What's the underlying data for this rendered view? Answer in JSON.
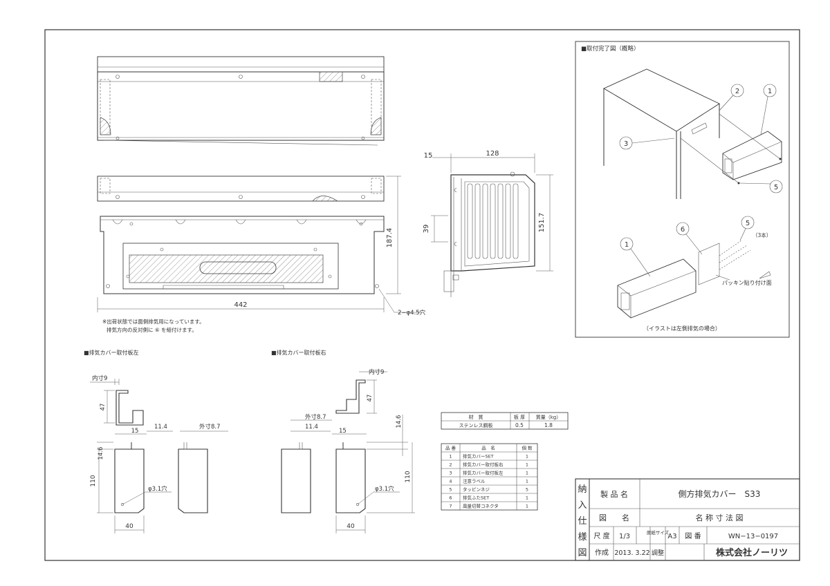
{
  "notes": {
    "line1": "※出荷状態では面側排気用になっています。",
    "line2": "排気方向の反対側に ⑥ を組付けます。"
  },
  "section_titles": {
    "install": "■取付完了図（概略）",
    "plate_left": "■排気カバー取付板左",
    "plate_right": "■排気カバー取付板右"
  },
  "dims": {
    "d442": "442",
    "d187": "187.4",
    "d15": "15",
    "d128": "128",
    "d39": "39",
    "d151": "151.7",
    "holes": "2−φ4.5穴",
    "inner9": "内寸9",
    "d47": "47",
    "d11": "11.4",
    "outer87": "外寸8.7",
    "d146": "14.6",
    "d110": "110",
    "d40": "40",
    "hole31": "φ3.1穴"
  },
  "callouts": {
    "c1": "1",
    "c2": "2",
    "c3": "3",
    "c5": "5",
    "c6": "6",
    "qty3": "（3本）",
    "gasket": "パッキン貼り付け面",
    "caption": "（イラストは左側排気の場合）"
  },
  "material_table": {
    "headers": [
      "材　質",
      "板 厚",
      "質量（kg）"
    ],
    "row": [
      "ステンレス鋼板",
      "0.5",
      "1.8"
    ]
  },
  "parts_table": {
    "headers": [
      "品 番",
      "品　名",
      "個 数"
    ],
    "rows": [
      [
        "1",
        "排気カバーSET",
        "1"
      ],
      [
        "2",
        "排気カバー取付板右",
        "1"
      ],
      [
        "3",
        "排気カバー取付板左",
        "1"
      ],
      [
        "4",
        "注意ラベル",
        "1"
      ],
      [
        "5",
        "タッピンネジ",
        "5"
      ],
      [
        "6",
        "排気ふたSET",
        "1"
      ],
      [
        "7",
        "風量切替コネクタ",
        "1"
      ]
    ]
  },
  "title_block": {
    "stamp": [
      "納",
      "入",
      "仕",
      "様",
      "図"
    ],
    "product_label": "製 品 名",
    "product": "側方排気カバー　S33",
    "drawing_label": "図　　名",
    "drawing": "名 称 寸 法 図",
    "scale_label": "尺 度",
    "scale": "1/3",
    "paper_label": "原紙サイズ",
    "paper": "A3",
    "number_label": "図 番",
    "number": "WN−13−0197",
    "made_label": "作成",
    "made": "2013. 3.22",
    "adjust_label": "調整",
    "company": "株式会社ノーリツ"
  }
}
